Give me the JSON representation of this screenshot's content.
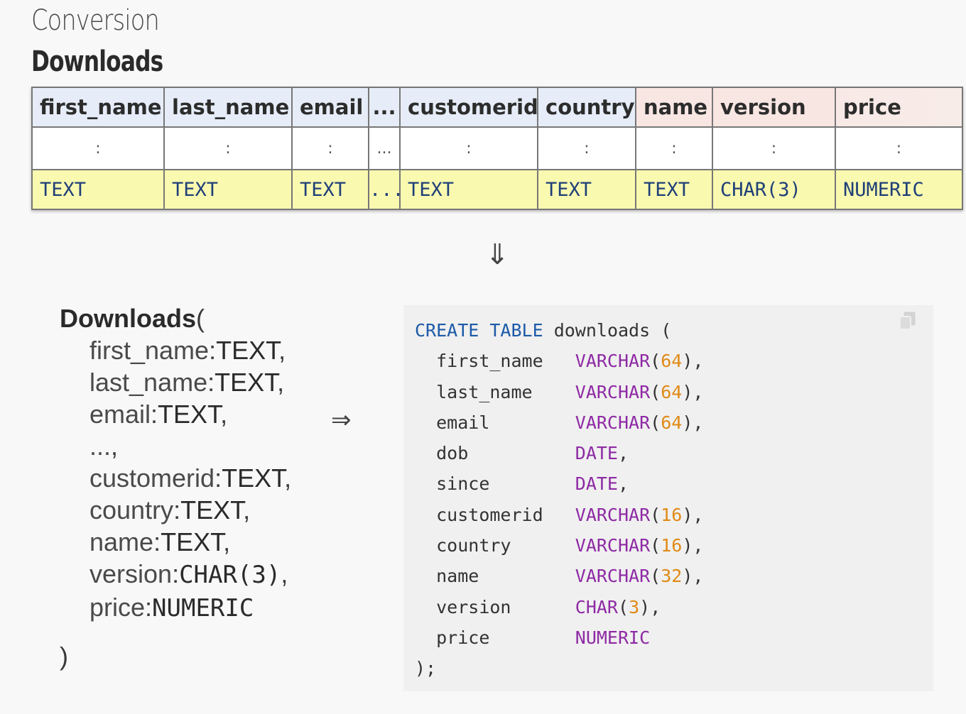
{
  "slide": {
    "subtitle": "Conversion",
    "heading": "Downloads"
  },
  "table": {
    "columns": [
      {
        "name": "first_name",
        "group": "blue",
        "placeholder": ":",
        "type": "TEXT"
      },
      {
        "name": "last_name",
        "group": "blue",
        "placeholder": ":",
        "type": "TEXT"
      },
      {
        "name": "email",
        "group": "blue",
        "placeholder": ":",
        "type": "TEXT"
      },
      {
        "name": "...",
        "group": "blue",
        "placeholder": "...",
        "type": "..."
      },
      {
        "name": "customerid",
        "group": "blue",
        "placeholder": ":",
        "type": "TEXT"
      },
      {
        "name": "country",
        "group": "blue",
        "placeholder": ":",
        "type": "TEXT"
      },
      {
        "name": "name",
        "group": "red",
        "placeholder": ":",
        "type": "TEXT"
      },
      {
        "name": "version",
        "group": "red",
        "placeholder": ":",
        "type": "CHAR(3)"
      },
      {
        "name": "price",
        "group": "red",
        "placeholder": ":",
        "type": "NUMERIC"
      }
    ]
  },
  "arrows": {
    "down": "⇓",
    "right": "⇒"
  },
  "relation": {
    "name": "Downloads",
    "open": "(",
    "close": ")",
    "attributes": [
      {
        "name": "first_name",
        "sep": ":",
        "type": "TEXT",
        "suffix": ","
      },
      {
        "name": "last_name",
        "sep": ":",
        "type": "TEXT",
        "suffix": ","
      },
      {
        "name": "email",
        "sep": ":",
        "type": "TEXT",
        "suffix": ","
      },
      {
        "name": "...",
        "sep": "",
        "type": "",
        "suffix": ","
      },
      {
        "name": "customerid",
        "sep": ":",
        "type": "TEXT",
        "suffix": ","
      },
      {
        "name": "country",
        "sep": ":",
        "type": "TEXT",
        "suffix": ","
      },
      {
        "name": "name",
        "sep": ":",
        "type": "TEXT",
        "suffix": ","
      },
      {
        "name": "version",
        "sep": ":",
        "type": "CHAR(3)",
        "suffix": ","
      },
      {
        "name": "price",
        "sep": ":",
        "type": "NUMERIC",
        "suffix": ""
      }
    ]
  },
  "sql": {
    "keyword1": "CREATE",
    "keyword2": "TABLE",
    "table_name": "downloads",
    "open": "(",
    "close": ");",
    "columns": [
      {
        "name": "first_name",
        "type": "VARCHAR",
        "size": "64",
        "suffix": ","
      },
      {
        "name": "last_name",
        "type": "VARCHAR",
        "size": "64",
        "suffix": ","
      },
      {
        "name": "email",
        "type": "VARCHAR",
        "size": "64",
        "suffix": ","
      },
      {
        "name": "dob",
        "type": "DATE",
        "size": "",
        "suffix": ","
      },
      {
        "name": "since",
        "type": "DATE",
        "size": "",
        "suffix": ","
      },
      {
        "name": "customerid",
        "type": "VARCHAR",
        "size": "16",
        "suffix": ","
      },
      {
        "name": "country",
        "type": "VARCHAR",
        "size": "16",
        "suffix": ","
      },
      {
        "name": "name",
        "type": "VARCHAR",
        "size": "32",
        "suffix": ","
      },
      {
        "name": "version",
        "type": "CHAR",
        "size": "3",
        "suffix": ","
      },
      {
        "name": "price",
        "type": "NUMERIC",
        "size": "",
        "suffix": ""
      }
    ]
  },
  "colors": {
    "header_blue": "#e6edf8",
    "header_red": "#f8e6e3",
    "type_row": "#f9f9b0",
    "sql_keyword": "#1d5aa8",
    "sql_type": "#8e2aa4",
    "sql_number": "#e08a16"
  },
  "icons": {
    "copy": "copy-icon"
  }
}
